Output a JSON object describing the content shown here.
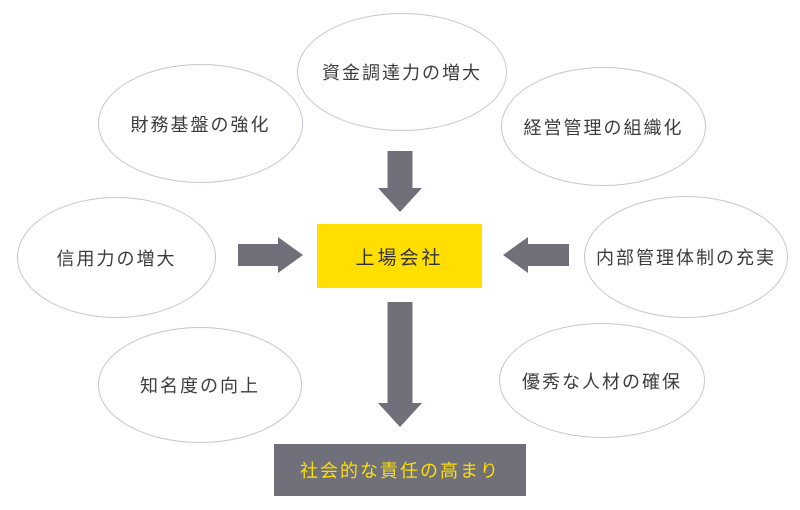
{
  "diagram": {
    "center_box": {
      "label": "上場会社"
    },
    "bottom_box": {
      "label": "社会的な責任の高まり"
    },
    "ellipses": [
      {
        "label": "資金調達力の増大",
        "position": "top-center"
      },
      {
        "label": "財務基盤の強化",
        "position": "top-left"
      },
      {
        "label": "経営管理の組織化",
        "position": "top-right"
      },
      {
        "label": "信用力の増大",
        "position": "middle-left"
      },
      {
        "label": "内部管理体制の充実",
        "position": "middle-right"
      },
      {
        "label": "知名度の向上",
        "position": "bottom-left"
      },
      {
        "label": "優秀な人材の確保",
        "position": "bottom-right"
      }
    ],
    "arrows": [
      {
        "name": "top-ellipse-to-center-box",
        "direction": "down"
      },
      {
        "name": "left-ellipse-to-center-box",
        "direction": "right"
      },
      {
        "name": "right-ellipse-to-center-box",
        "direction": "left"
      },
      {
        "name": "center-box-to-bottom-box",
        "direction": "down"
      }
    ],
    "colors": {
      "center_box_bg": "#FFDE00",
      "center_box_text": "#333333",
      "bottom_box_bg": "#70707B",
      "bottom_box_text": "#FFDE00",
      "arrow": "#70707B",
      "ellipse_border": "#C6C6D0",
      "ellipse_text": "#3C3C3C",
      "background": "#FFFFFF"
    }
  }
}
